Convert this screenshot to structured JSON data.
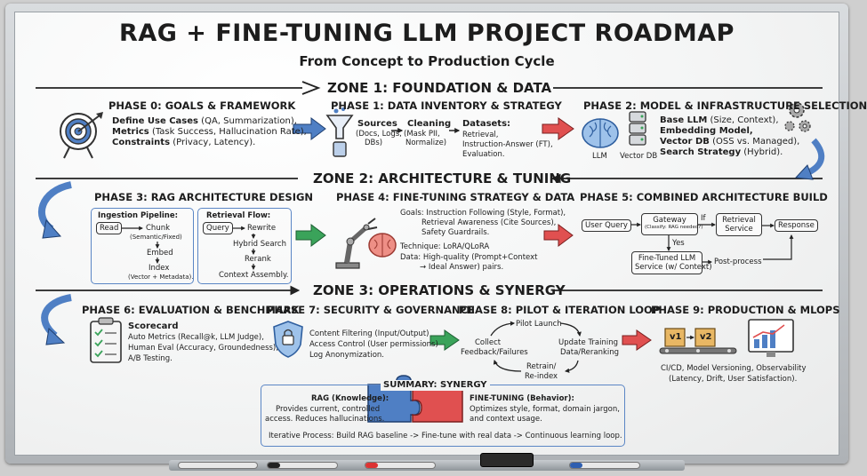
{
  "title": "RAG + FINE-TUNING LLM PROJECT ROADMAP",
  "subtitle": "From Concept to Production Cycle",
  "zones": [
    "ZONE 1: FOUNDATION & DATA",
    "ZONE 2: ARCHITECTURE & TUNING",
    "ZONE 3: OPERATIONS & SYNERGY"
  ],
  "p0": {
    "title": "PHASE 0: GOALS & FRAMEWORK",
    "lines": [
      {
        "b": "Define Use Cases",
        "r": " (QA, Summarization),"
      },
      {
        "b": "Metrics",
        "r": " (Task Success, Hallucination Rate),"
      },
      {
        "b": "Constraints",
        "r": " (Privacy, Latency)."
      }
    ]
  },
  "p1": {
    "title": "PHASE 1: DATA INVENTORY & STRATEGY",
    "sources": "Sources",
    "sources_sub": [
      "(Docs, Logs,",
      "DBs)"
    ],
    "cleaning": "Cleaning",
    "cleaning_sub": [
      "(Mask PII,",
      "Normalize)"
    ],
    "datasets": "Datasets:",
    "datasets_sub": [
      "Retrieval,",
      "Instruction-Answer (FT),",
      "Evaluation."
    ]
  },
  "p2": {
    "title": "PHASE 2: MODEL & INFRASTRUCTURE SELECTION",
    "llm_label": "LLM",
    "vdb_label": "Vector DB",
    "lines": [
      {
        "b": "Base LLM",
        "r": " (Size, Context),"
      },
      {
        "b": "Embedding Model,",
        "r": ""
      },
      {
        "b": "Vector DB",
        "r": " (OSS vs. Managed),"
      },
      {
        "b": "Search Strategy",
        "r": " (Hybrid)."
      }
    ]
  },
  "p3": {
    "title": "PHASE 3: RAG ARCHITECTURE DESIGN",
    "ingestion": "Ingestion Pipeline:",
    "read": "Read",
    "chunk": "Chunk",
    "chunk_sub": "(Semantic/Fixed)",
    "embed": "Embed",
    "index": "Index",
    "index_sub": "(Vector + Metadata).",
    "retrieval": "Retrieval Flow:",
    "query": "Query",
    "rewrite": "Rewrite",
    "hybrid": "Hybrid Search",
    "rerank": "Rerank",
    "context": "Context Assembly."
  },
  "p4": {
    "title": "PHASE 4: FINE-TUNING STRATEGY & DATA",
    "goals": [
      "Goals: Instruction Following (Style, Format),",
      "Retrieval Awareness (Cite Sources),",
      "Safety Guardrails."
    ],
    "technique": "Technique: LoRA/QLoRA",
    "data": [
      "Data: High-quality (Prompt+Context",
      "→ Ideal Answer) pairs."
    ]
  },
  "p5": {
    "title": "PHASE 5: COMBINED ARCHITECTURE BUILD",
    "user_query": "User Query",
    "gateway": "Gateway",
    "gateway_sub": "(Classify: RAG needed?)",
    "if_label": "If",
    "yes_label": "Yes",
    "retrieval": [
      "Retrieval",
      "Service"
    ],
    "response": "Response",
    "ft": [
      "Fine-Tuned LLM",
      "Service (w/ Context)"
    ],
    "post": "Post-process"
  },
  "p6": {
    "title": "PHASE 6: EVALUATION & BENCHMARK",
    "lines": [
      "Scorecard",
      "Auto Metrics (Recall@k, LLM Judge),",
      "Human Eval (Accuracy, Groundedness),",
      "A/B Testing."
    ]
  },
  "p7": {
    "title": "PHASE 7: SECURITY & GOVERNANCE",
    "lines": [
      "Content Filtering (Input/Output)",
      "Access Control (User permissions)",
      "Log Anonymization."
    ]
  },
  "p8": {
    "title": "PHASE 8: PILOT & ITERATION LOOP",
    "pilot": "Pilot Launch",
    "collect": [
      "Collect",
      "Feedback/Failures"
    ],
    "update": [
      "Update Training",
      "Data/Reranking"
    ],
    "retrain": [
      "Retrain/",
      "Re-index"
    ]
  },
  "p9": {
    "title": "PHASE 9: PRODUCTION & MLOPS",
    "v1": "v1",
    "v2": "v2",
    "lines": [
      "CI/CD, Model Versioning, Observability",
      "(Latency, Drift, User Satisfaction)."
    ]
  },
  "summary": {
    "title": "SUMMARY: SYNERGY",
    "rag_title": "RAG (Knowledge):",
    "rag_lines": [
      "Provides current, controlled",
      "access. Reduces hallucinations."
    ],
    "ft_title": "FINE-TUNING (Behavior):",
    "ft_lines": [
      "Optimizes style, format, domain jargon,",
      "and context usage."
    ],
    "iterative": "Iterative Process: Build RAG baseline -> Fine-tune with real data -> Continuous learning loop."
  },
  "colors": {
    "blue": "#4f7fc4",
    "green": "#3aa35a",
    "red": "#e05050",
    "brain": "#ee8f86",
    "ink": "#1d1d1d"
  }
}
